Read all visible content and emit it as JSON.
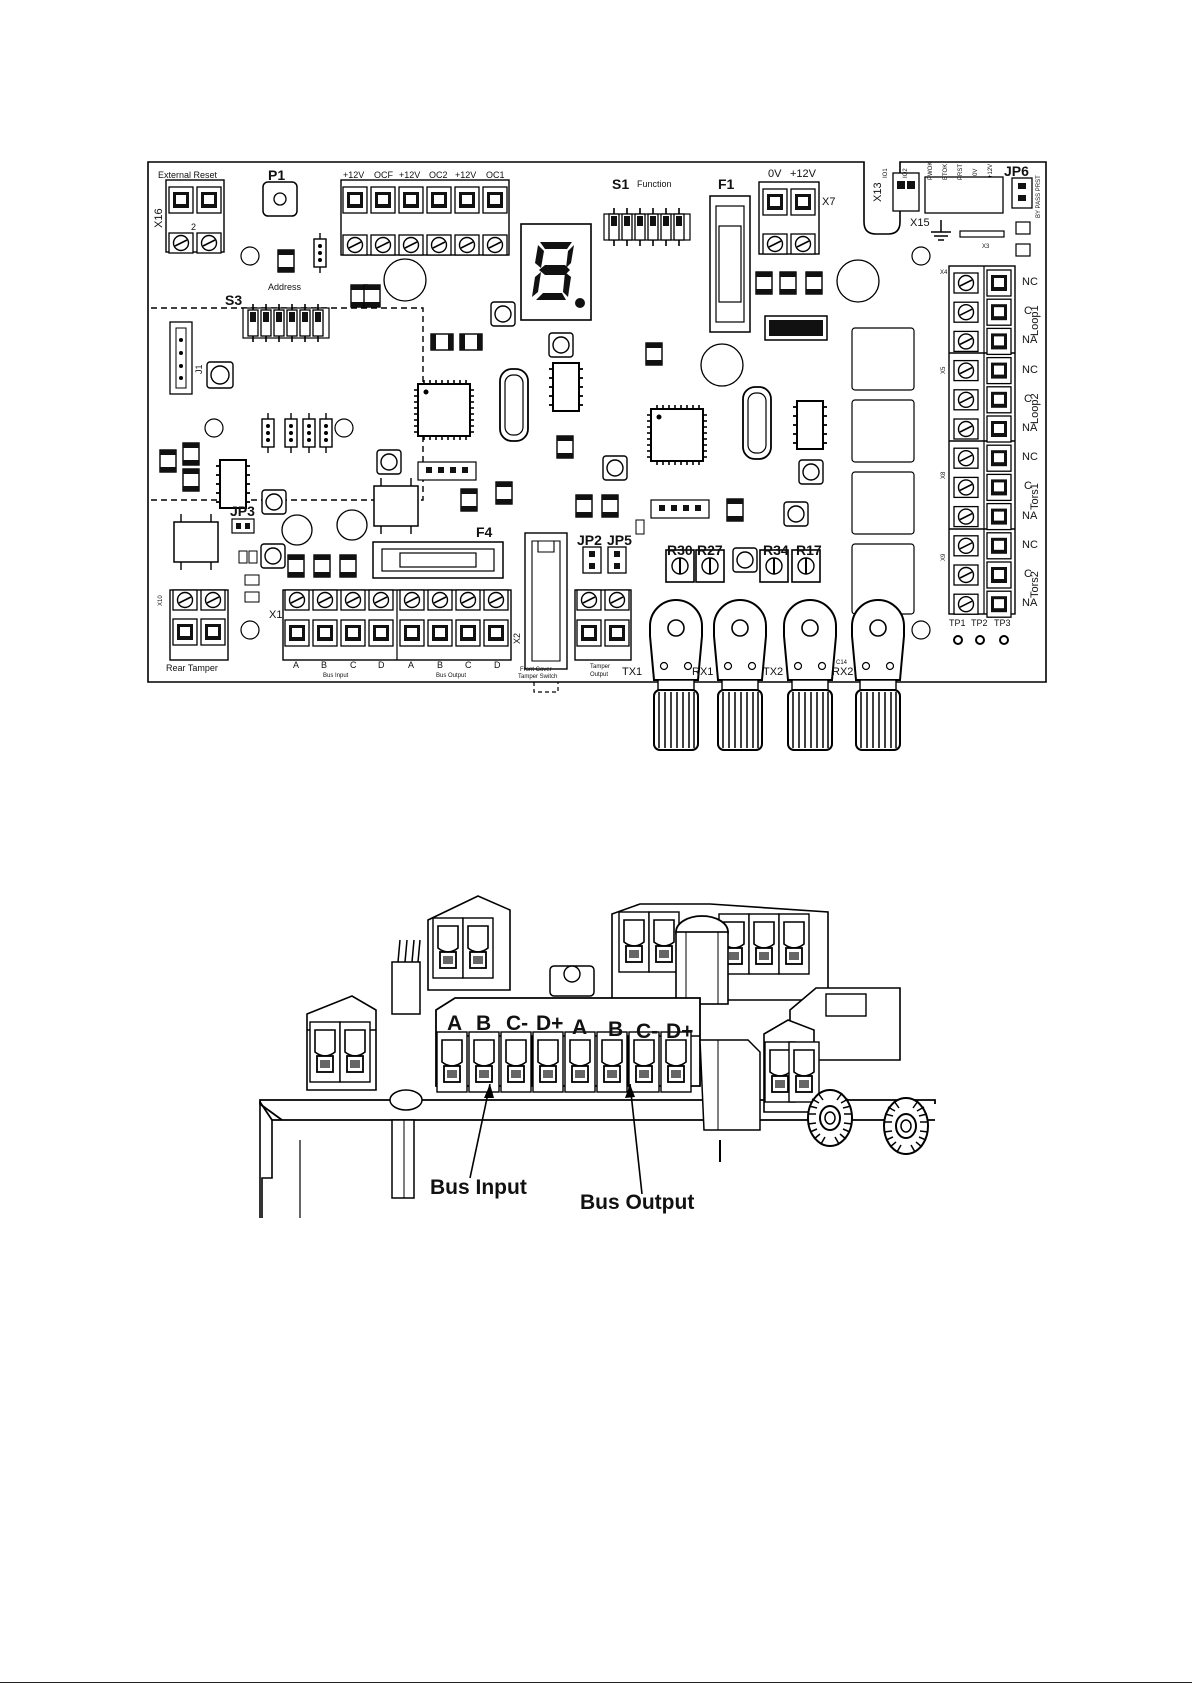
{
  "board": {
    "connectors": {
      "x16": "X16",
      "x16_title": "External Reset",
      "x16_pin": "2",
      "p1": "P1",
      "top_block": [
        "+12V",
        "OCF",
        "+12V",
        "OC2",
        "+12V",
        "OC1"
      ],
      "s1": "S1",
      "s1_title": "Function",
      "f1": "F1",
      "x7": "X7",
      "x7_labels": [
        "0V",
        "+12V"
      ],
      "x13": "X13",
      "x15": "X15",
      "x3": "X3",
      "jp6": "JP6",
      "x13_pins": [
        "IO1",
        "IO2"
      ],
      "x15_pins": [
        "PWOK",
        "BTOK",
        "PRST",
        "0V",
        "+12V"
      ],
      "jp6_pins": "BY PASS PRST",
      "s3": "S3",
      "s3_title": "Address",
      "j1": "J1",
      "jp3": "JP3",
      "f4": "F4",
      "jp2": "JP2",
      "jp5": "JP5",
      "x10": "X10",
      "x10_title": "Rear Tamper",
      "x1": "X1",
      "bus_in_letters": [
        "A",
        "B",
        "C",
        "D"
      ],
      "bus_in_title": "Bus Input",
      "bus_out_letters": [
        "A",
        "B",
        "C",
        "D"
      ],
      "bus_out_title": "Bus Output",
      "x2": "X2",
      "front_tamper": "Front Cover",
      "front_tamper2": "Tamper Switch",
      "tamper_out": "Tamper",
      "tamper_out2": "Output",
      "trims": [
        "R30",
        "R27",
        "R34",
        "R17"
      ],
      "optics": [
        "TX1",
        "RX1",
        "TX2",
        "RX2"
      ],
      "c14": "C14",
      "tps": [
        "TP1",
        "TP2",
        "TP3"
      ],
      "x4": "X4",
      "x5": "X5",
      "x8": "X8",
      "x9": "X9",
      "right_pins": [
        "NC",
        "C",
        "NA",
        "NC",
        "C",
        "NA",
        "NC",
        "C",
        "NA",
        "NC",
        "C",
        "NA"
      ],
      "groups": [
        "Loop1",
        "Loop2",
        "Tors1",
        "Tors2"
      ]
    }
  },
  "photo": {
    "terminal_labels": [
      "A",
      "B",
      "C-",
      "D+",
      "A",
      "B",
      "C-",
      "D+"
    ],
    "callout_input": "Bus Input",
    "callout_output": "Bus Output"
  }
}
